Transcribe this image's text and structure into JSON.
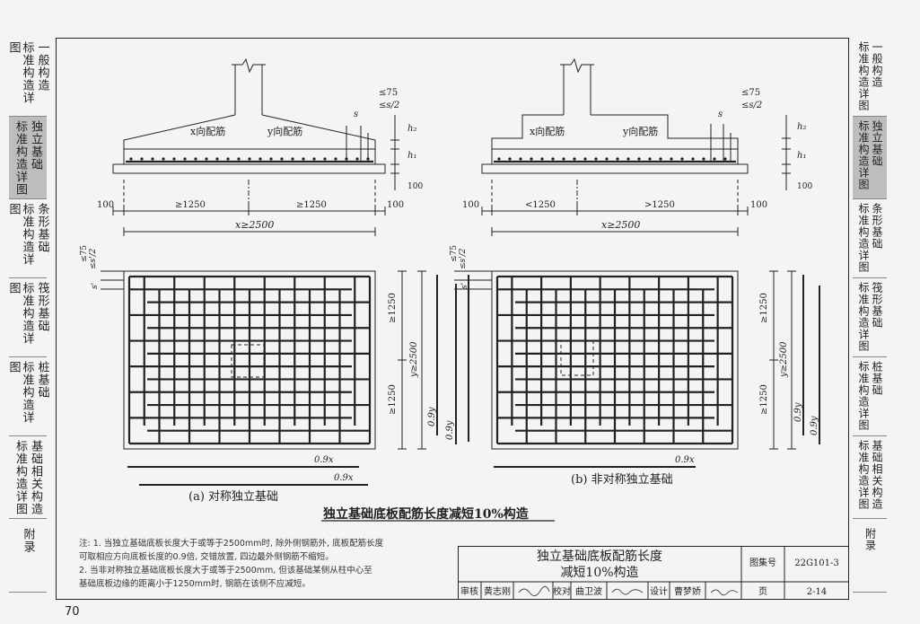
{
  "side_tabs_left": [
    {
      "cols": [
        "标准构造详图",
        "一般构造"
      ],
      "active": false
    },
    {
      "cols": [
        "标准构造详图",
        "独立基础"
      ],
      "active": true
    },
    {
      "cols": [
        "标准构造详图",
        "条形基础"
      ],
      "active": false
    },
    {
      "cols": [
        "标准构造详图",
        "筏形基础"
      ],
      "active": false
    },
    {
      "cols": [
        "标准构造详图",
        "桩基础"
      ],
      "active": false
    },
    {
      "cols": [
        "标准构造详图",
        "基础相关构造"
      ],
      "active": false
    },
    {
      "cols": [
        "附录"
      ],
      "active": false
    }
  ],
  "side_tabs_right": [
    {
      "cols": [
        "标准构造详图",
        "一般构造"
      ],
      "active": false
    },
    {
      "cols": [
        "标准构造详图",
        "独立基础"
      ],
      "active": true
    },
    {
      "cols": [
        "标准构造详图",
        "条形基础"
      ],
      "active": false
    },
    {
      "cols": [
        "标准构造详图",
        "筏形基础"
      ],
      "active": false
    },
    {
      "cols": [
        "标准构造详图",
        "桩基础"
      ],
      "active": false
    },
    {
      "cols": [
        "标准构造详图",
        "基础相关构造"
      ],
      "active": false
    },
    {
      "cols": [
        "附录"
      ],
      "active": false
    }
  ],
  "diagram_a": {
    "x_rebar": "x向配筋",
    "y_rebar": "y向配筋",
    "dim_left_100": "100",
    "dim_left_half": "≥1250",
    "dim_right_half": "≥1250",
    "dim_right_100": "100",
    "dim_total_x": "x≥2500",
    "s_label": "s",
    "h1": "h₁",
    "h2": "h₂",
    "dim_100_v": "100",
    "spacing_75": "≤75",
    "spacing_s2": "≤s/2",
    "plan_75": "≤75",
    "plan_s2": "≤s'/2",
    "plan_s": "s'",
    "dim_y_upper": "≥1250",
    "dim_y_lower": "≥1250",
    "dim_total_y": "y≥2500",
    "dim_09y_a": "0.9y",
    "dim_09y_b": "0.9y",
    "dim_09x_a": "0.9x",
    "dim_09x_b": "0.9x",
    "caption": "(a)  对称独立基础"
  },
  "diagram_b": {
    "x_rebar": "x向配筋",
    "y_rebar": "y向配筋",
    "dim_left_100": "100",
    "dim_left_half": "<1250",
    "dim_right_half": ">1250",
    "dim_right_100": "100",
    "dim_total_x": "x≥2500",
    "s_label": "s",
    "h1": "h₁",
    "h2": "h₂",
    "dim_100_v": "100",
    "spacing_75": "≤75",
    "spacing_s2": "≤s/2",
    "plan_75": "≤75",
    "plan_s2": "≤s'/2",
    "plan_s": "s'",
    "dim_y_upper": "≥1250",
    "dim_y_lower": "≥1250",
    "dim_total_y": "y≥2500",
    "dim_09y_a": "0.9y",
    "dim_09y_b": "0.9y",
    "dim_09x": "0.9x",
    "caption": "(b)  非对称独立基础"
  },
  "main_title": "独立基础底板配筋长度减短10%构造",
  "notes": [
    "注: 1. 当独立基础底板长度大于或等于2500mm时, 除外侧钢筋外, 底板配筋长度",
    "         可取相应方向底板长度的0.9倍, 交错放置, 四边最外侧钢筋不缩短。",
    "     2. 当非对称独立基础底板长度大于或等于2500mm, 但该基础某侧从柱中心至",
    "         基础底板边缘的距离小于1250mm时, 钢筋在该侧不应减短。"
  ],
  "title_block": {
    "title_line1": "独立基础底板配筋长度",
    "title_line2": "减短10%构造",
    "atlas_label": "图集号",
    "atlas_value": "22G101-3",
    "page_label": "页",
    "page_value": "2-14",
    "review_label": "审核",
    "review_name": "黄志刚",
    "check_label": "校对",
    "check_name": "曲卫波",
    "design_label": "设计",
    "design_name": "曹梦娇"
  },
  "page_number": "70"
}
